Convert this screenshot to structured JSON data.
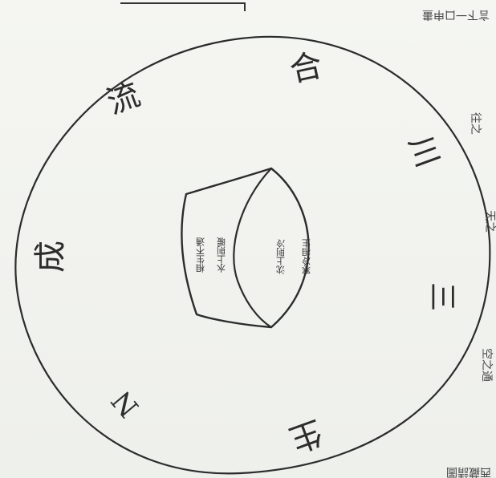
{
  "diagram": {
    "ring_characters": {
      "top": "合",
      "upper_left": "流",
      "upper_right": "川",
      "left": "成",
      "right": "三",
      "bottom_left": "N",
      "bottom": "生"
    },
    "center_columns": [
      "寒冷相生",
      "沈上則冷",
      "水上則暖",
      "相生不通"
    ],
    "margin_notes": {
      "top_right": "言下一口申畫",
      "right_column_1": "往之",
      "right_column_2": "天之",
      "right_column_3": "空之通",
      "bottom_right": "西藏請圖"
    },
    "colors": {
      "ink": "#2c2c2c",
      "paper": "#f3f4f0"
    }
  }
}
